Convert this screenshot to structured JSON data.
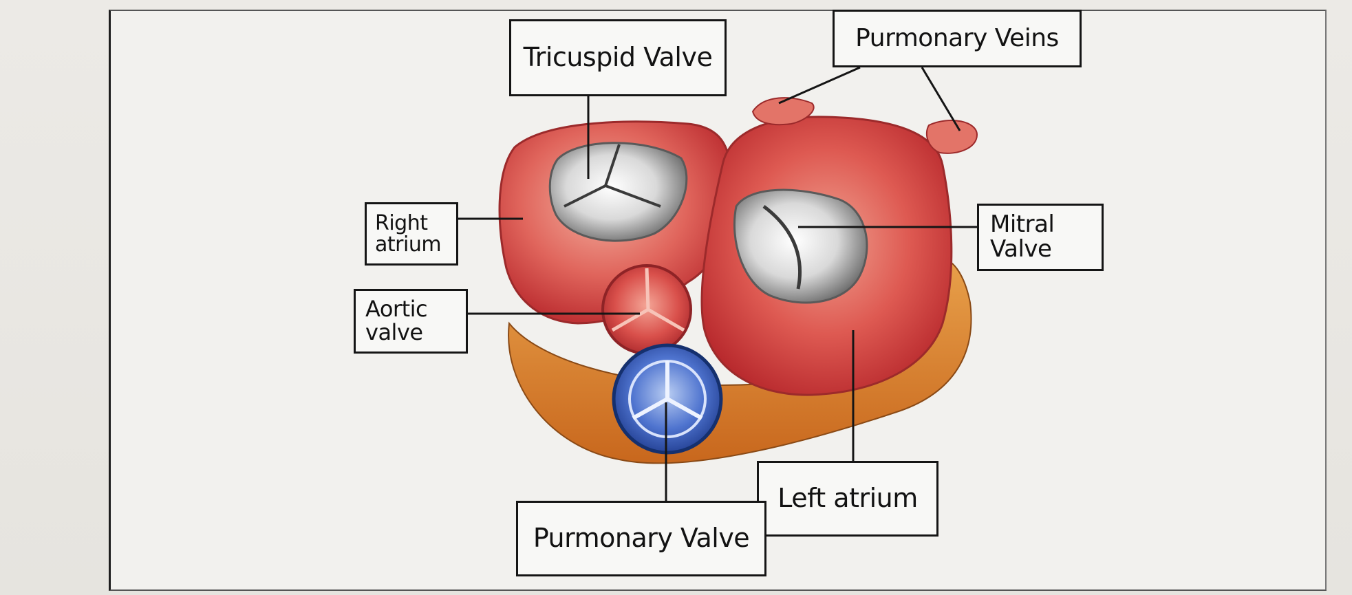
{
  "labels": {
    "tricuspid_valve": "Tricuspid Valve",
    "pulmonary_veins": "Purmonary Veins",
    "right_atrium": "Right\natrium",
    "mitral_valve": "Mitral\nValve",
    "aortic_valve": "Aortic\nvalve",
    "left_atrium": "Left atrium",
    "pulmonary_valve": "Purmonary Valve"
  },
  "colors": {
    "atrium_red": "#c9383a",
    "atrium_light": "#e8786e",
    "fat_orange": "#d9822b",
    "pulmonary_blue": "#2f56b8",
    "valve_grey": "#9a9a9a"
  }
}
